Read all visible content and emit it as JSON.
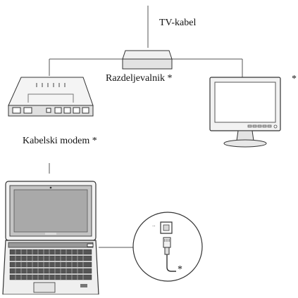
{
  "labels": {
    "tv_cable": "TV-kabel",
    "splitter": "Razdeljevalnik *",
    "modem": "Kabelski modem *",
    "tv_star": "*",
    "plug_star": "*"
  },
  "colors": {
    "line": "#555555",
    "device_fill": "#e6e6e6",
    "device_dark": "#cfcfcf",
    "screen": "#b8b8b8",
    "ink": "#222222"
  }
}
